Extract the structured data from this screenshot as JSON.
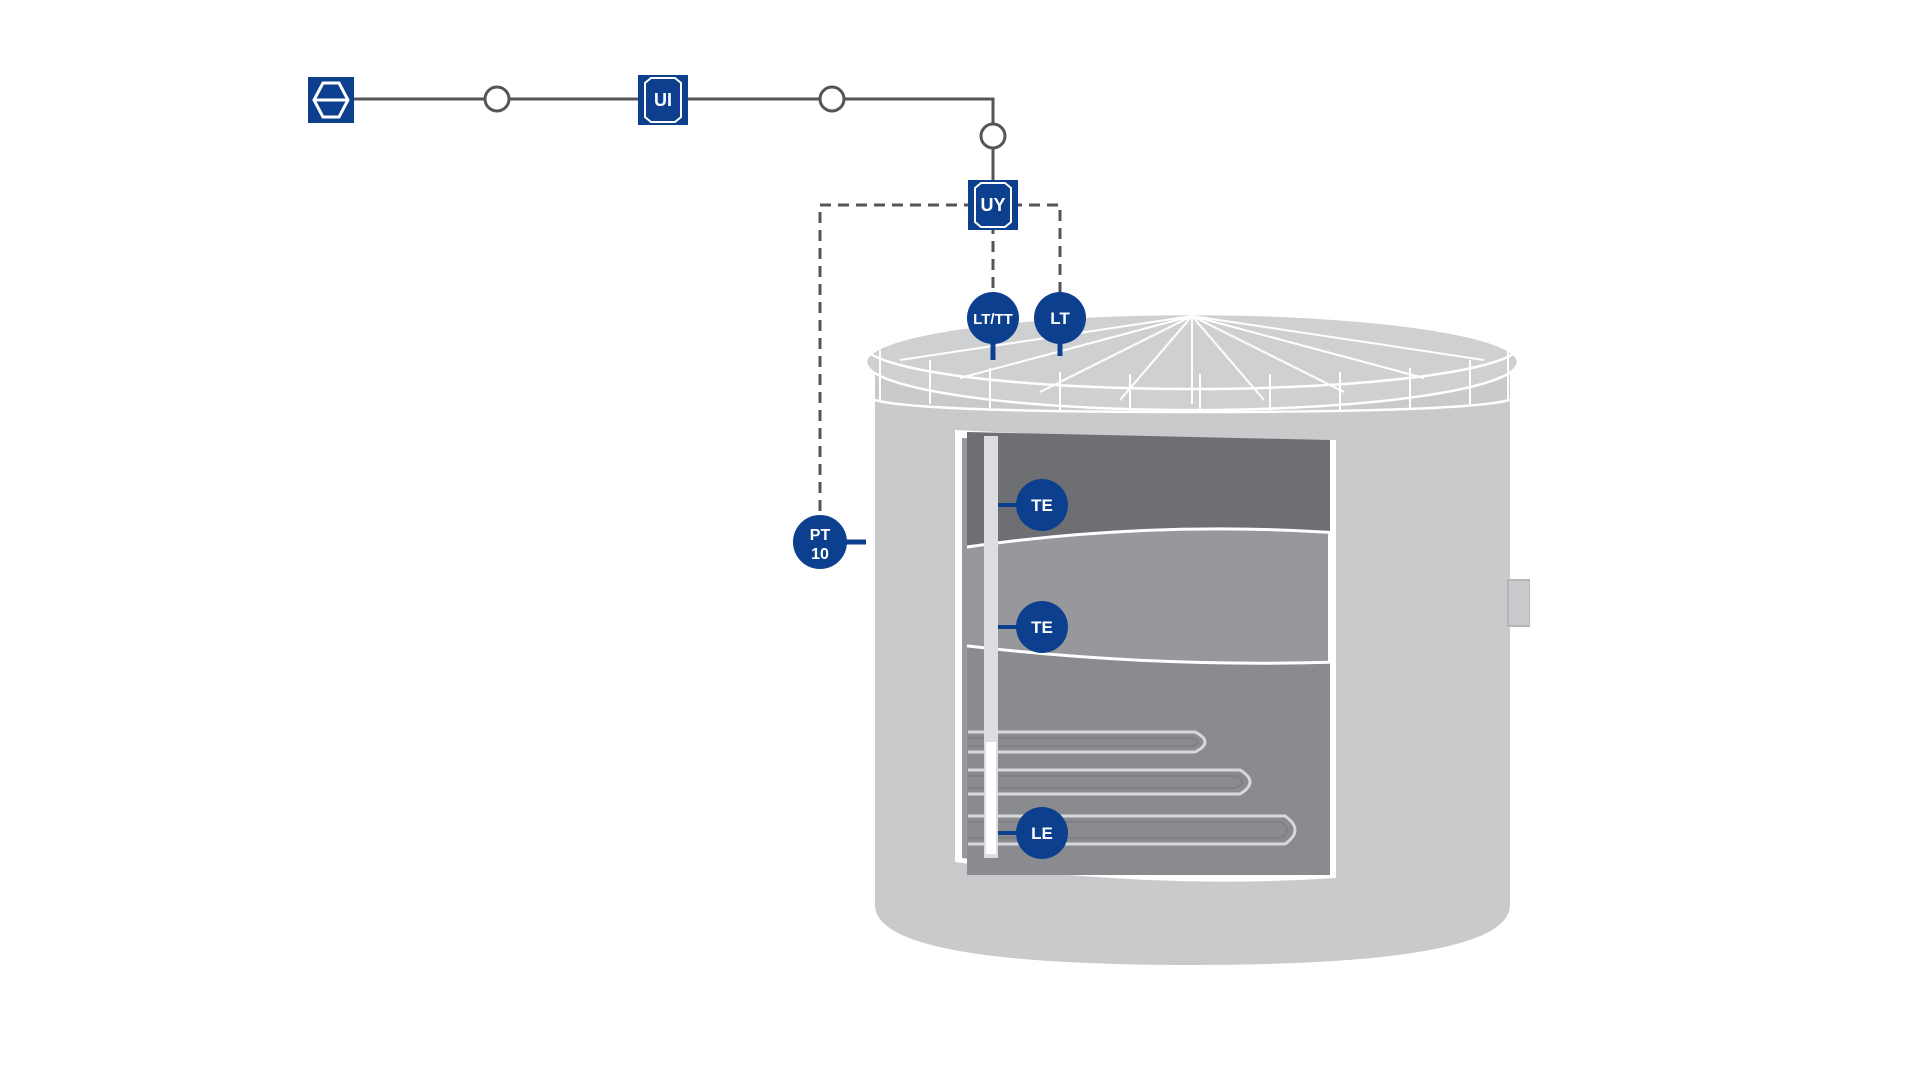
{
  "diagram": {
    "colors": {
      "instrument": "#0d3f8f",
      "instrument_text": "#ffffff",
      "line": "#555555",
      "tank_body": "#c9cacc",
      "tank_roof": "#cfd0d2",
      "tank_rail": "#ffffff",
      "cutaway_vapor": "#6e6f72",
      "cutaway_layer_mid": "#97989b",
      "cutaway_layer_bottom": "#8a8b8e",
      "probe": "#dcdde0"
    },
    "instruments": {
      "host_device": {
        "label": "",
        "shape": "square",
        "icon": "hexagon-display-icon"
      },
      "ui_indicator": {
        "label": "UI",
        "shape": "square"
      },
      "uy_converter": {
        "label": "UY",
        "shape": "square"
      },
      "lt_tt_transmitter": {
        "label": "LT/TT",
        "shape": "circle"
      },
      "lt_transmitter": {
        "label": "LT",
        "shape": "circle"
      },
      "pt_transmitter": {
        "label_line1": "PT",
        "label_line2": "10",
        "shape": "circle"
      },
      "te_upper": {
        "label": "TE",
        "shape": "circle"
      },
      "te_middle": {
        "label": "TE",
        "shape": "circle"
      },
      "le_sensor": {
        "label": "LE",
        "shape": "circle"
      }
    },
    "links": [
      {
        "from": "host_device",
        "to": "ui_indicator",
        "style": "solid",
        "junctions": 1
      },
      {
        "from": "ui_indicator",
        "to": "uy_converter",
        "style": "solid",
        "junctions": 2
      },
      {
        "from": "uy_converter",
        "to": "lt_tt_transmitter",
        "style": "dashed"
      },
      {
        "from": "uy_converter",
        "to": "lt_transmitter",
        "style": "dashed"
      },
      {
        "from": "uy_converter",
        "to": "pt_transmitter",
        "style": "dashed"
      }
    ]
  }
}
